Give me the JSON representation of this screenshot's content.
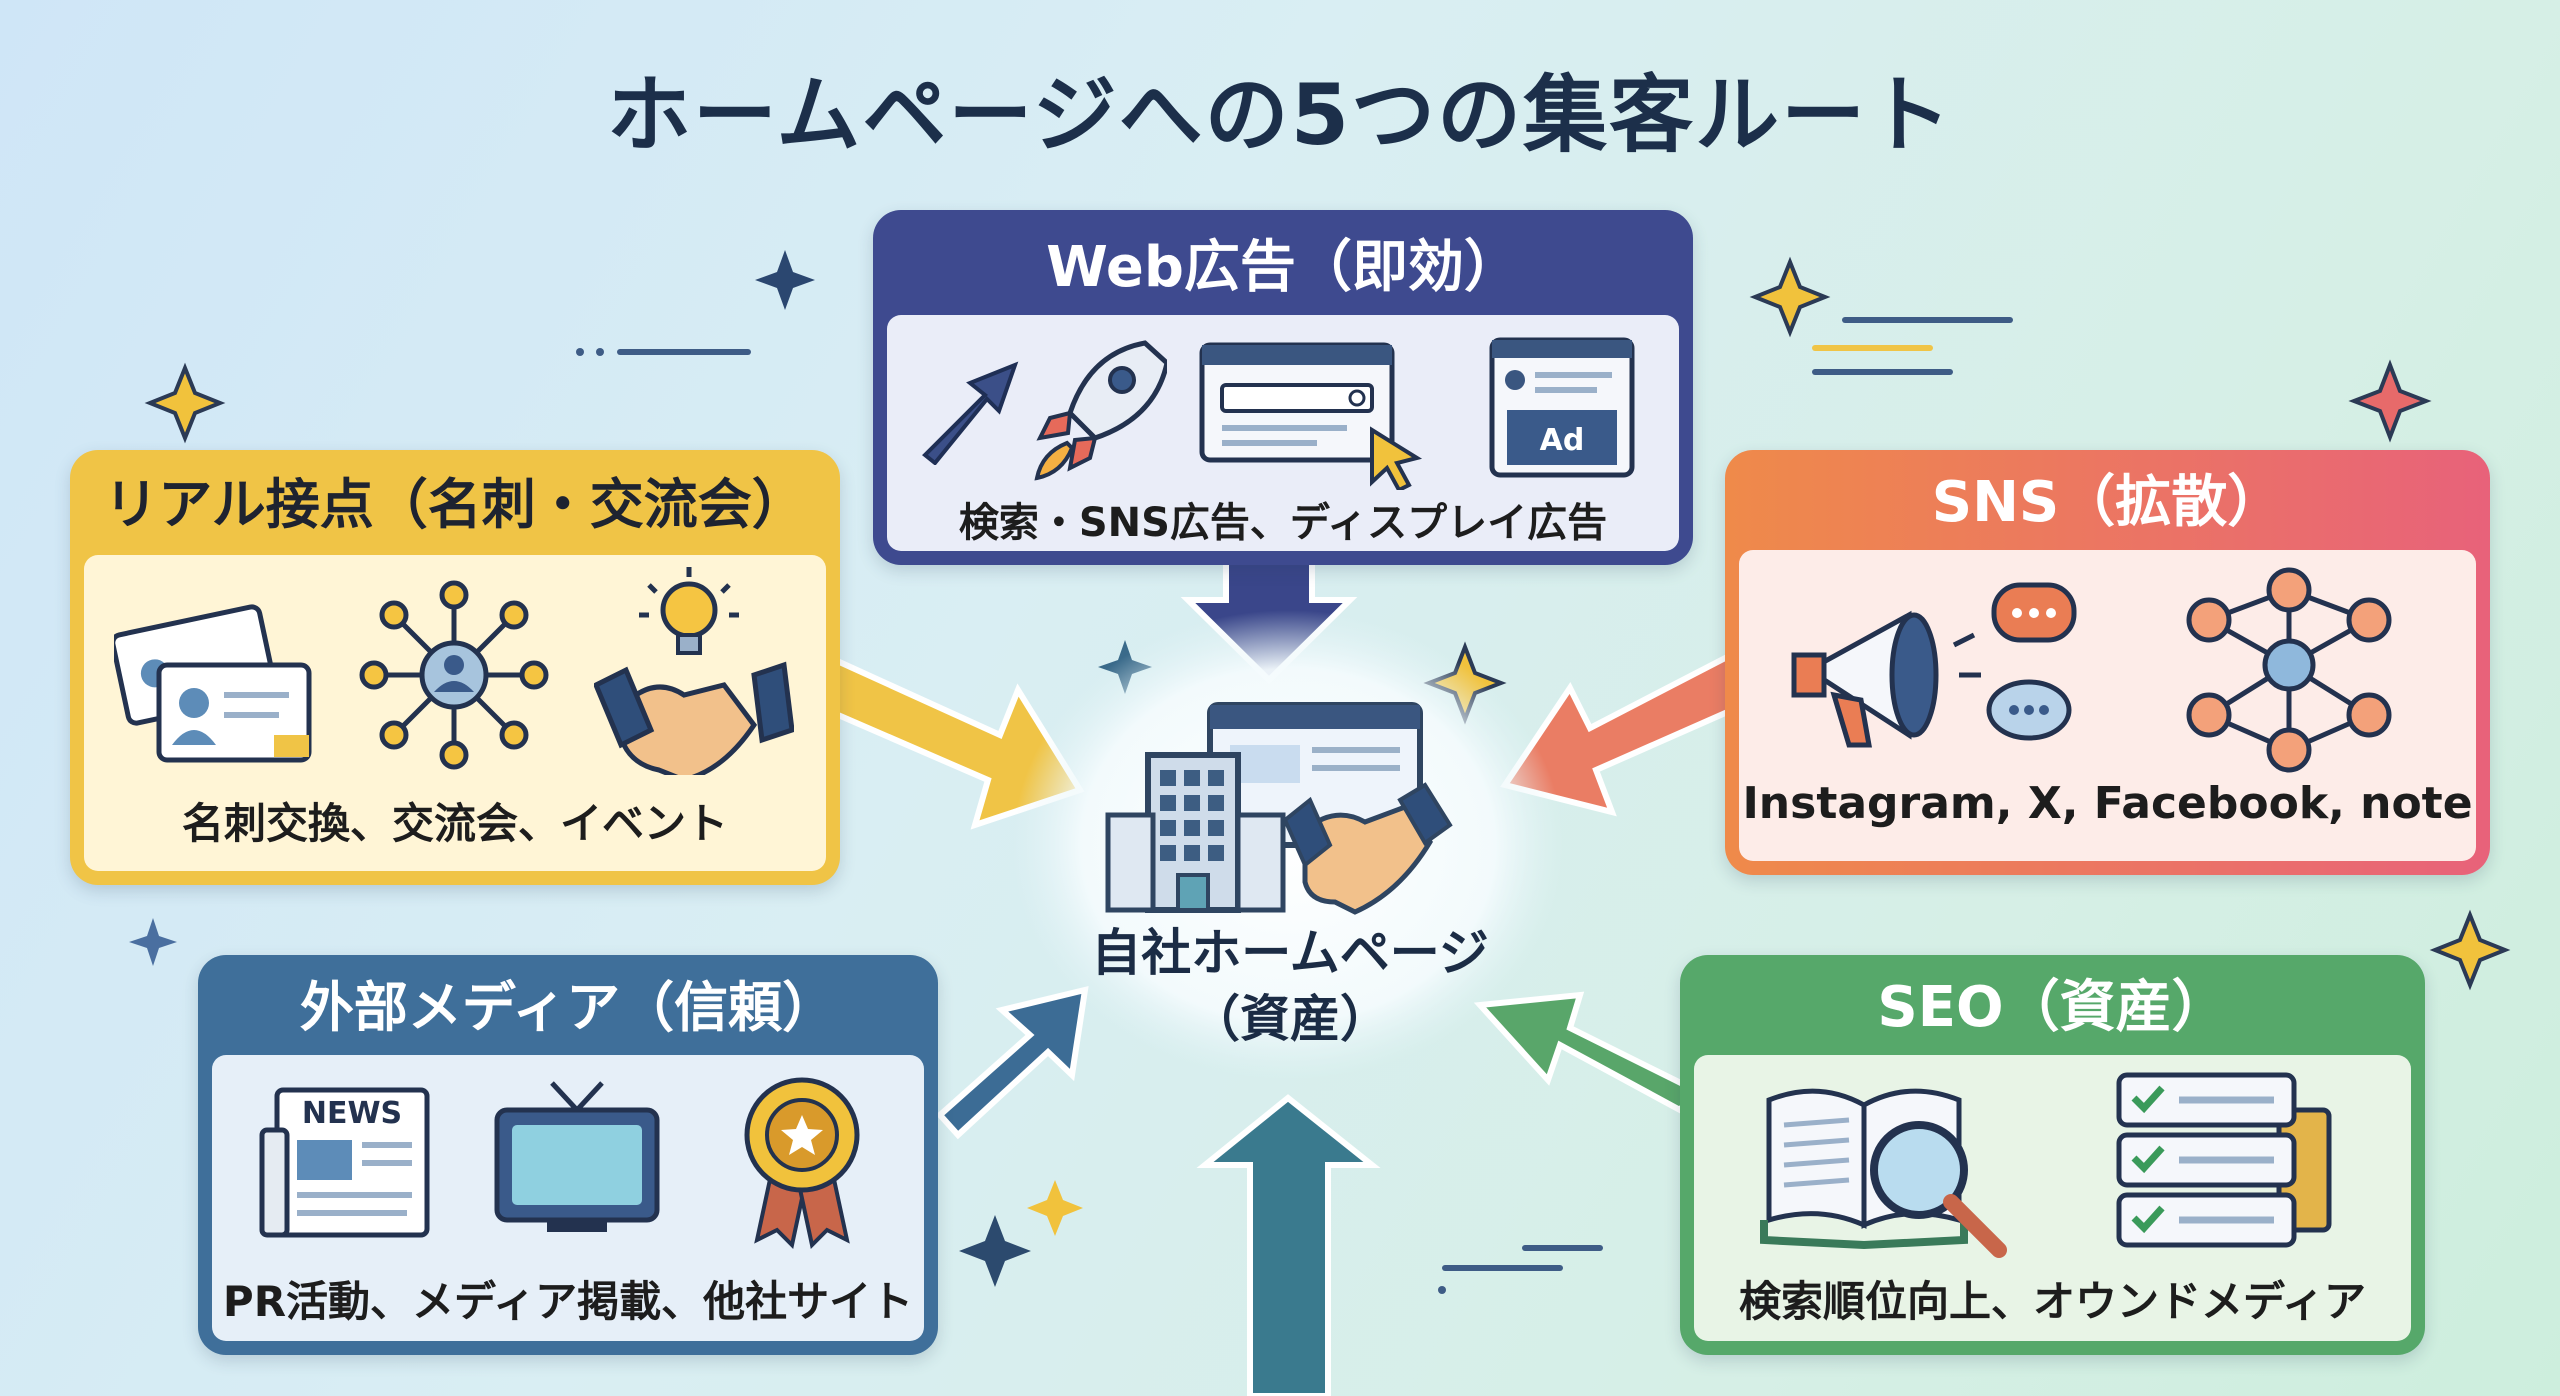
{
  "title": "ホームページへの5つの集客ルート",
  "center": {
    "label": "自社ホームページ",
    "sublabel": "（資産）"
  },
  "routes": {
    "web_ads": {
      "title": "Web広告（即効）",
      "caption": "検索・SNS広告、ディスプレイ広告",
      "color": "#3e4a8f",
      "icon_names": [
        "arrow-up-icon",
        "rocket-icon",
        "search-bar-icon",
        "ad-window-icon"
      ]
    },
    "real": {
      "title": "リアル接点（名刺・交流会）",
      "caption": "名刺交換、交流会、イベント",
      "color": "#f0c446",
      "icon_names": [
        "business-card-icon",
        "network-icon",
        "handshake-idea-icon"
      ]
    },
    "sns": {
      "title": "SNS（拡散）",
      "caption": "Instagram, X, Facebook, note",
      "color": "#e9706a",
      "icon_names": [
        "megaphone-icon",
        "chat-bubble-icon",
        "social-network-icon"
      ]
    },
    "media": {
      "title": "外部メディア（信頼）",
      "caption": "PR活動、メディア掲載、他社サイト",
      "color": "#3f6f9a",
      "icon_names": [
        "newspaper-icon",
        "tv-icon",
        "award-medal-icon"
      ]
    },
    "seo": {
      "title": "SEO（資産）",
      "caption": "検索順位向上、オウンドメディア",
      "color": "#56a86a",
      "icon_names": [
        "book-magnifier-icon",
        "checklist-icon"
      ]
    }
  },
  "icon_texts": {
    "newspaper": "NEWS",
    "ad": "Ad"
  }
}
